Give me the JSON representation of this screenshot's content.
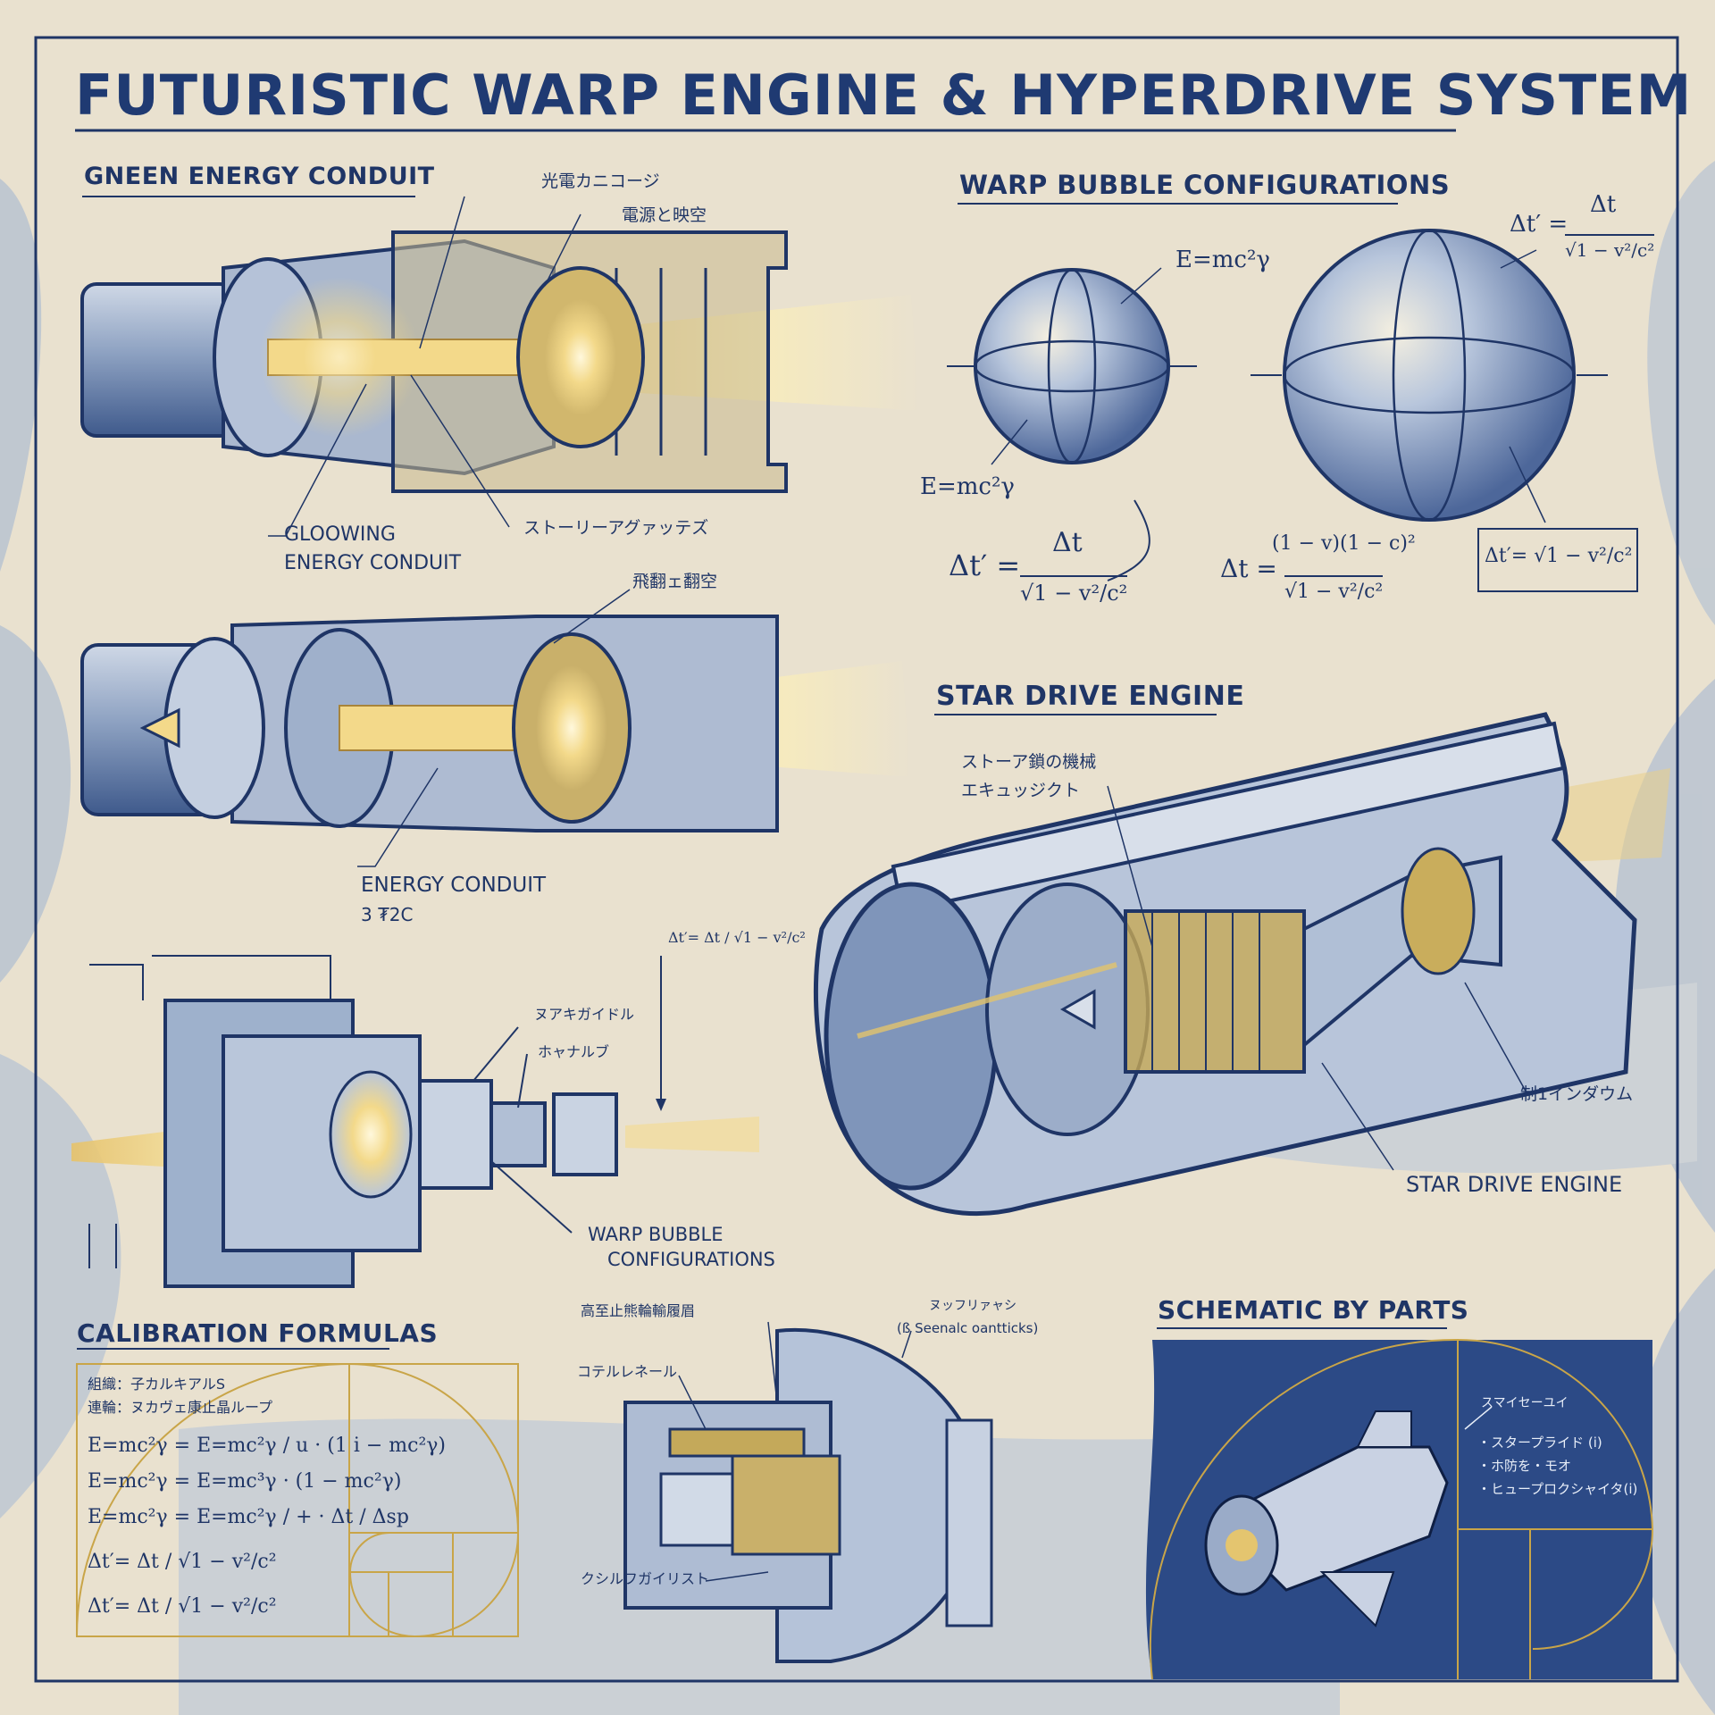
{
  "title": "FUTURISTIC WARP ENGINE & HYPERDRIVE SYSTEM",
  "sections": {
    "green_conduit": "GNEEN ENERGY CONDUIT",
    "warp_bubble": "WARP BUBBLE CONFIGURATIONS",
    "star_drive": "STAR DRIVE ENGINE",
    "calibration": "CALIBRATION FORMULAS",
    "schematic": "SCHEMATIC  BY PARTS"
  },
  "labels": {
    "jp_top1": "光電カニコージ",
    "jp_top2": "電源と映空",
    "glowing_l1": "GLOOWING",
    "glowing_l2": "ENERGY CONDUIT",
    "jp_stream": "ストーリーアグァッテズ",
    "jp_mid": "飛翻ェ翻空",
    "energy_conduit": "ENERGY CONDUIT",
    "code_3f2c": "3 ₮2C",
    "jp_nozzle1": "ヌアキガイドル",
    "jp_nozzle2": "ホャナルブ",
    "warp_cfg_l1": "WARP BUBBLE",
    "warp_cfg_l2": "CONFIGURATIONS",
    "jp_star1": "ストーア鎖の機械",
    "jp_star2": "エキュッジクト",
    "jp_star3": "制1インダウム",
    "star_drive_label": "STAR DRIVE ENGINE",
    "jp_bottom1": "高至止熊輪輸履眉",
    "jp_bottom2": "コテルレネール",
    "jp_bottom3": "クシルフガイリスト",
    "jp_bottom4": "ヌッフリァャシ",
    "scene_note": "(ß Seenalc oantticks)",
    "jp_sch_title": "スマイセーユイ",
    "sch_b1": "・スタープライド (i)",
    "sch_b2": "・ホ防を・モオ",
    "sch_b3": "・ヒュープロクシャイタ(i)"
  },
  "formulas": {
    "e_mc2_top": "E=mc²γ",
    "e_mc2_left": "E=mc²γ",
    "dt_prime": "Δt′ =",
    "dt_num": "Δt",
    "dt_den": "√1 − v²/c²",
    "dt_eq": "Δt =",
    "dt_num2": "(1 − v)(1 − c)²",
    "dt_den2": "√1 − v²/c²",
    "dt_boxed": "Δt′= √1 − v²/c²",
    "dt_topright": "Δt′ =",
    "dt_topright_num": "Δt",
    "dt_topright_den": "√1 − v²/c²",
    "dt_small": "Δt′= Δt / √1 − v²/c²"
  },
  "calibration": {
    "line1": "組織：子カルキアルS",
    "line2": "連輪：ヌカヴェ康止晶ループ",
    "line3": "E=mc²γ = E=mc²γ / u · (1 i − mc²γ)",
    "line4": "E=mc²γ = E=mc³γ · (1 − mc²γ)",
    "line5": "E=mc²γ = E=mc²γ / + · Δt / Δsp",
    "line6": "Δt′= Δt / √1 − v²/c²",
    "line7": "Δt′= Δt / √1 − v²/c²"
  },
  "colors": {
    "ink": "#1f3566",
    "gold": "#c9a548",
    "paper": "#e9e1cf",
    "wash": "#a9bcd6",
    "dark_panel": "#2c4a86"
  }
}
